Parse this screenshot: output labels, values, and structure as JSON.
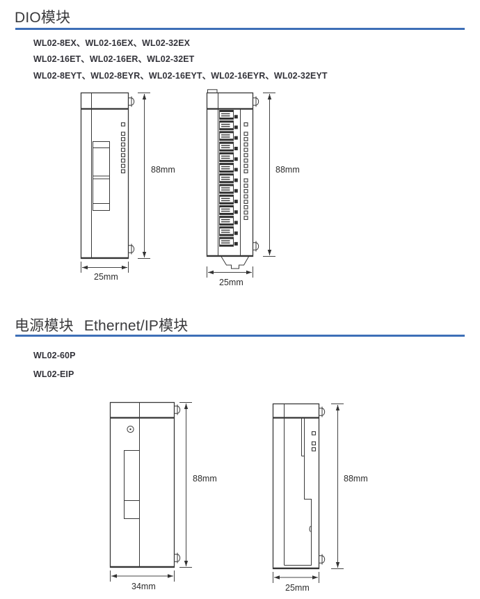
{
  "page": {
    "background": "#ffffff",
    "accent_line_color": "#3e6fb7",
    "drawing_line_color": "#383838"
  },
  "sections": [
    {
      "title": "DIO模块",
      "models": [
        "WL02-8EX、WL02-16EX、WL02-32EX",
        "WL02-16ET、WL02-16ER、WL02-32ET",
        "WL02-8EYT、WL02-8EYR、WL02-16EYT、WL02-16EYR、WL02-32EYT"
      ],
      "drawings": [
        {
          "name": "dio-module-side-view",
          "height_label": "88mm",
          "width_label": "25mm"
        },
        {
          "name": "dio-module-front-view",
          "height_label": "88mm",
          "width_label": "25mm"
        }
      ]
    },
    {
      "title": "电源模块",
      "title2": "Ethernet/IP模块",
      "models": [
        "WL02-60P",
        "WL02-EIP"
      ],
      "drawings": [
        {
          "name": "power-module-side-view",
          "height_label": "88mm",
          "width_label": "34mm"
        },
        {
          "name": "eip-module-side-view",
          "height_label": "88mm",
          "width_label": "25mm"
        }
      ]
    }
  ]
}
